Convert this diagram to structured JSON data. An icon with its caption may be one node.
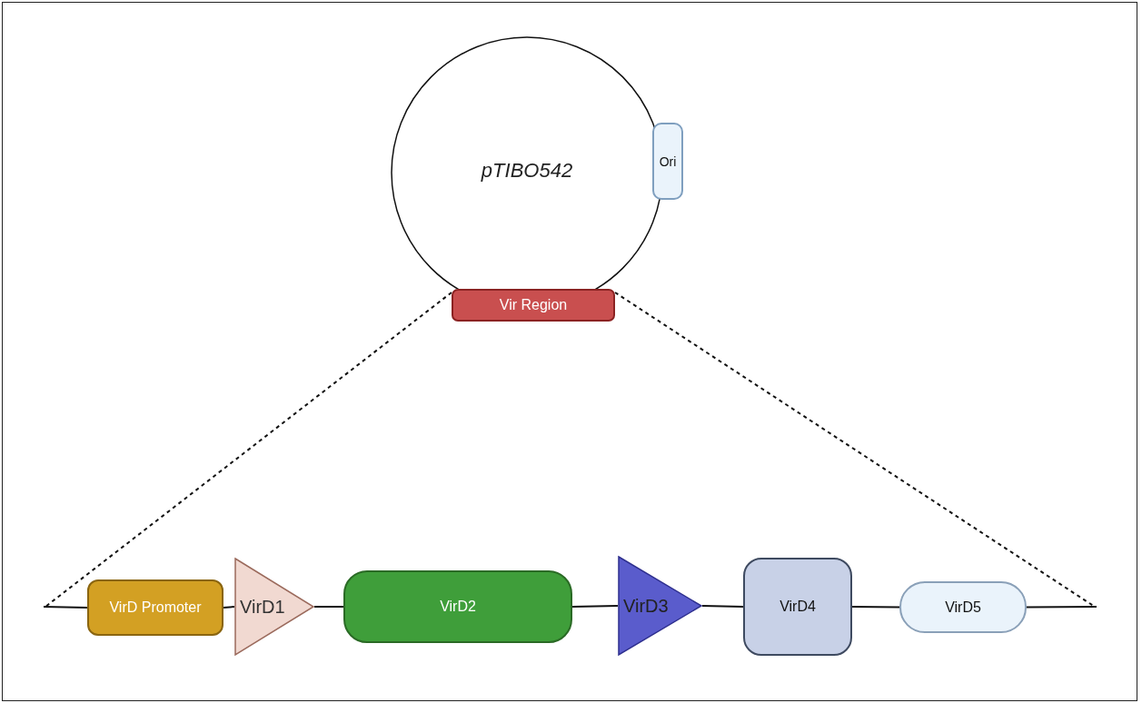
{
  "diagram": {
    "nodes": [
      {
        "text": [
          "pTIBO542"
        ]
      },
      {
        "text": [
          "Ori"
        ]
      },
      {
        "text": [
          "Vir Region"
        ]
      },
      {
        "text": [
          "VirD Promoter"
        ]
      },
      {
        "text": [
          "VirD1"
        ]
      },
      {
        "text": [
          "VirD2"
        ]
      },
      {
        "text": [
          "VirD3"
        ]
      },
      {
        "text": [
          "VirD4"
        ]
      },
      {
        "text": [
          "VirD5"
        ]
      }
    ],
    "edges": [
      {
        "from": 2,
        "to": null,
        "arrow": "none",
        "style": "dashed"
      },
      {
        "from": 2,
        "to": null,
        "arrow": "none",
        "style": "dashed"
      },
      {
        "from": null,
        "to": 3,
        "arrow": "none"
      },
      {
        "from": 3,
        "to": 4,
        "arrow": "none"
      },
      {
        "from": 4,
        "to": 5,
        "arrow": "none"
      },
      {
        "from": 5,
        "to": 6,
        "arrow": "none"
      },
      {
        "from": 6,
        "to": 7,
        "arrow": "none"
      },
      {
        "from": 7,
        "to": 8,
        "arrow": "none"
      },
      {
        "from": 8,
        "to": null,
        "arrow": "none"
      }
    ]
  }
}
